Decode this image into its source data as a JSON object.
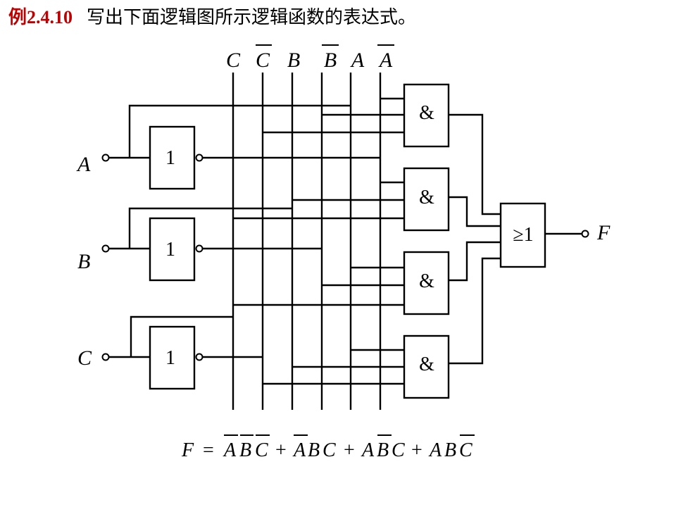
{
  "title": {
    "example": "例2.4.10",
    "question": "写出下面逻辑图所示逻辑函数的表达式。"
  },
  "inputs": [
    "A",
    "B",
    "C"
  ],
  "output": "F",
  "rails": [
    {
      "label": "C",
      "bar": false
    },
    {
      "label": "C",
      "bar": true
    },
    {
      "label": "B",
      "bar": false
    },
    {
      "label": "B",
      "bar": true
    },
    {
      "label": "A",
      "bar": false
    },
    {
      "label": "A",
      "bar": true
    }
  ],
  "gates": {
    "not_symbol": "1",
    "and_symbol": "&",
    "or_symbol": "≥1"
  },
  "formula": {
    "lhs": "F",
    "eq": "=",
    "plus": "+",
    "terms": [
      [
        {
          "v": "A",
          "bar": true
        },
        {
          "v": "B",
          "bar": true
        },
        {
          "v": "C",
          "bar": true
        }
      ],
      [
        {
          "v": "A",
          "bar": true
        },
        {
          "v": "B",
          "bar": false
        },
        {
          "v": "C",
          "bar": false
        }
      ],
      [
        {
          "v": "A",
          "bar": false
        },
        {
          "v": "B",
          "bar": true
        },
        {
          "v": "C",
          "bar": false
        }
      ],
      [
        {
          "v": "A",
          "bar": false
        },
        {
          "v": "B",
          "bar": false
        },
        {
          "v": "C",
          "bar": true
        }
      ]
    ]
  }
}
